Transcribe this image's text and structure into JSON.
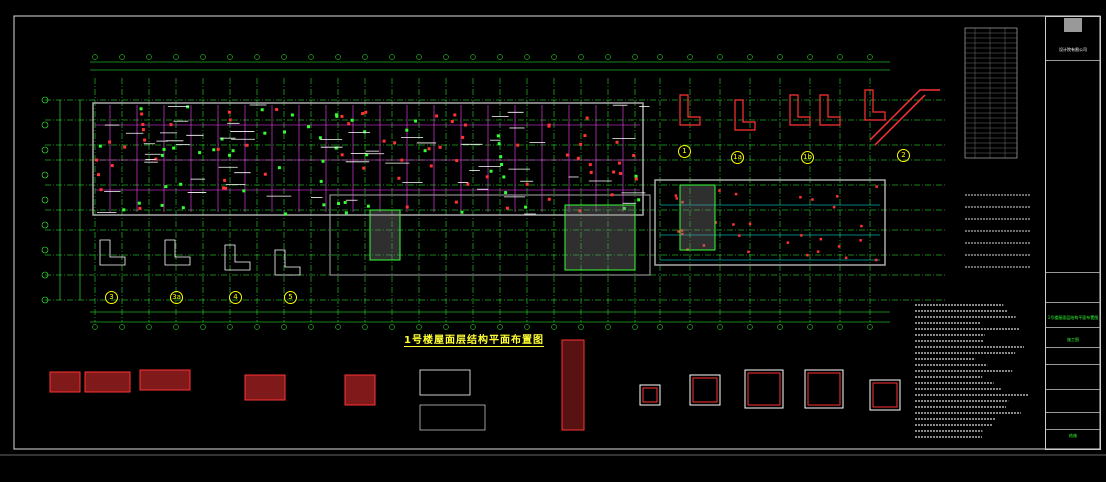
{
  "drawing": {
    "title": "1号楼屋面层结构平面布置图",
    "detail_markers": [
      "1",
      "1a",
      "1b",
      "2",
      "3",
      "3a",
      "4",
      "5"
    ],
    "colors": {
      "background": "#000000",
      "axis": "#33ff33",
      "beam": "#ff44ff",
      "column": "#ff3333",
      "text": "#ffffff",
      "title": "#ffff33",
      "hatch": "#888888",
      "cyan": "#00ffff"
    }
  },
  "title_block": {
    "company": "设计院有限公司",
    "drawing_name": "1号楼屋面层结构平面布置图",
    "stage": "施工图",
    "sheet": "结施"
  }
}
